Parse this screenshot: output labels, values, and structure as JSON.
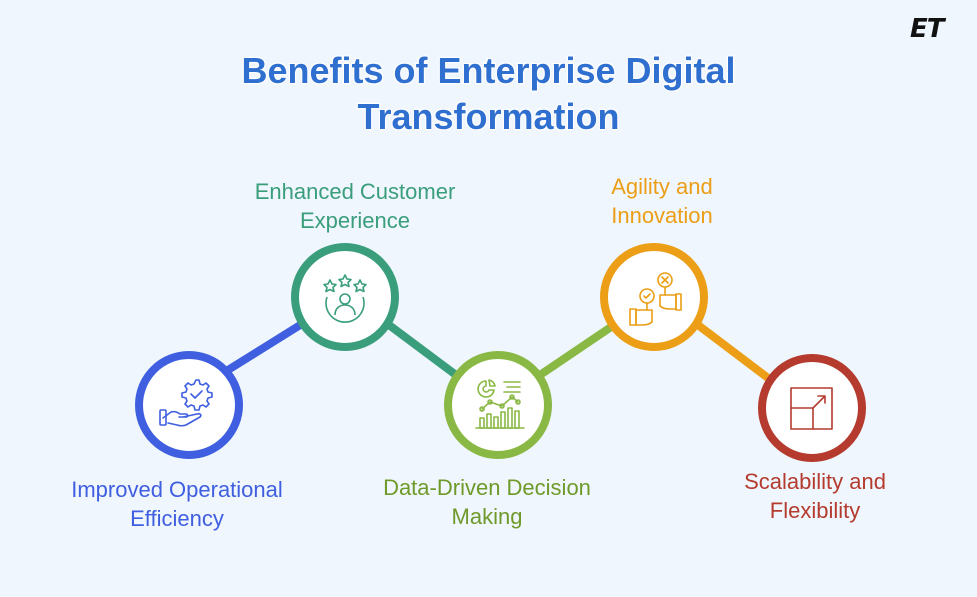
{
  "logo": "ET",
  "title": {
    "line1": "Benefits of Enterprise Digital",
    "line2": "Transformation"
  },
  "colors": {
    "background": "#eff6fd",
    "title": "#2f6fd0"
  },
  "benefits": [
    {
      "line1": "Improved Operational",
      "line2": "Efficiency",
      "color": "#3f5fe0",
      "icon": "hand-gear-check-icon",
      "position": "bottom"
    },
    {
      "line1": "Enhanced Customer",
      "line2": "Experience",
      "color": "#3a9e7c",
      "icon": "user-stars-rating-icon",
      "position": "top"
    },
    {
      "line1": "Data-Driven Decision",
      "line2": "Making",
      "color": "#8ab845",
      "icon": "analytics-chart-icon",
      "position": "bottom"
    },
    {
      "line1": "Agility and",
      "line2": "Innovation",
      "color": "#eb9e16",
      "icon": "hands-check-cross-signs-icon",
      "position": "top"
    },
    {
      "line1": "Scalability and",
      "line2": "Flexibility",
      "color": "#b43b2e",
      "icon": "scale-expand-square-icon",
      "position": "bottom"
    }
  ]
}
